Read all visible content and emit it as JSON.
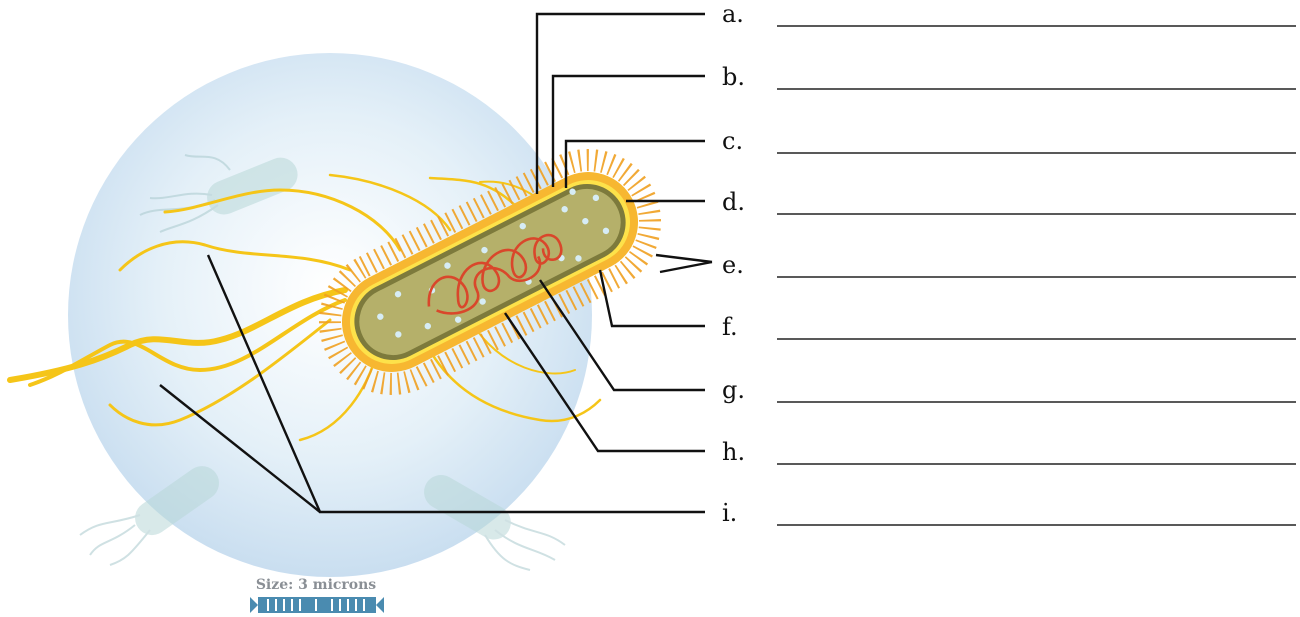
{
  "labels": [
    {
      "letter": "a."
    },
    {
      "letter": "b."
    },
    {
      "letter": "c."
    },
    {
      "letter": "d."
    },
    {
      "letter": "e."
    },
    {
      "letter": "f."
    },
    {
      "letter": "g."
    },
    {
      "letter": "h."
    },
    {
      "letter": "i."
    }
  ],
  "scale_label": "Size: 3 microns",
  "colors": {
    "background_circle": "#dbeaf5",
    "flagella": "#f5c518",
    "pili": "#f0a020",
    "capsule": "#f7b731",
    "cell_wall": "#fde24a",
    "membrane": "#7d7a3c",
    "cytoplasm": "#b5b06a",
    "ribosomes": "#d6ecf5",
    "nucleoid": "#d9472b",
    "leader_lines": "#111111",
    "scale_bar": "#4a8bb0"
  }
}
